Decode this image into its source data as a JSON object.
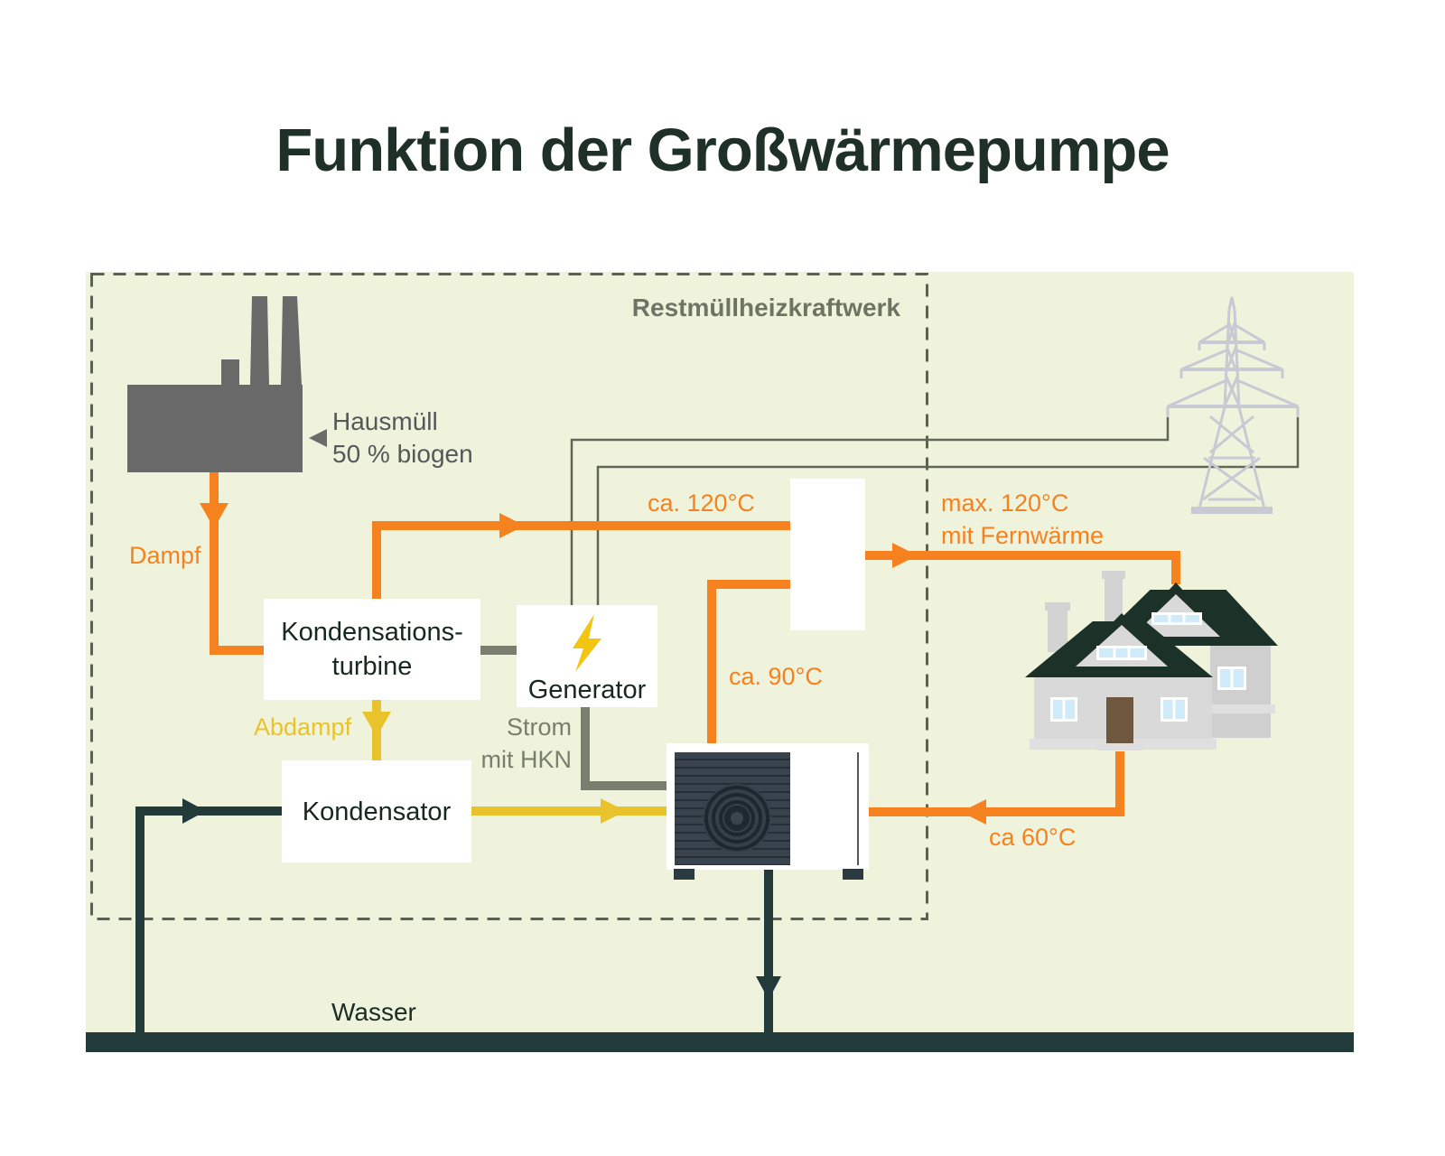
{
  "title": "Funktion der Großwärmepumpe",
  "diagram": {
    "plant_box_label": "Restmüllheizkraftwerk",
    "waste_input": {
      "line1": "Hausmüll",
      "line2": "50 % biogen"
    },
    "flows": {
      "steam": "Dampf",
      "exhaust_steam": "Abdampf",
      "electricity_line1": "Strom",
      "electricity_line2": "mit HKN",
      "water": "Wasser"
    },
    "components": {
      "turbine_line1": "Kondensations-",
      "turbine_line2": "turbine",
      "generator": "Generator",
      "condenser": "Kondensator"
    },
    "temperatures": {
      "heat_exchanger_in": "ca. 120°C",
      "district_heating_line1": "max. 120°C",
      "district_heating_line2": "mit Fernwärme",
      "heat_pump_supply": "ca. 90°C",
      "houses_return": "ca 60°C"
    },
    "icons": [
      "factory-icon",
      "lightning-icon",
      "heat-pump-icon",
      "pylon-icon",
      "houses-icon"
    ],
    "colors": {
      "background": "#F0F3DC",
      "orange": "#F5821F",
      "yellow": "#E9C32B",
      "dark_teal": "#233A3A",
      "gray_flow": "#7A7E6F",
      "wire_gray": "#5F6657",
      "pylon_gray": "#C8CAD3",
      "roof_green": "#1C3127",
      "title_text": "#1E3028"
    }
  }
}
